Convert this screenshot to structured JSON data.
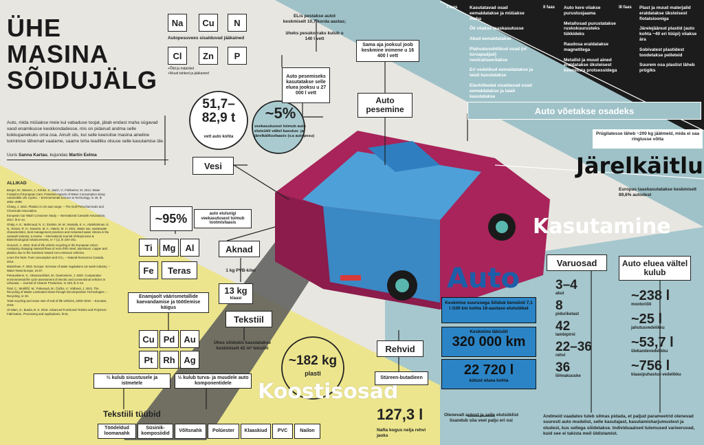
{
  "title": {
    "line1": "ÜHE",
    "line2": "MASINA",
    "line3": "SÕIDUJÄLG"
  },
  "intro": "Auto, mida müüakse meie kui vabaduse toojat, jätab endast maha sügavad vaod enamikusse keskkondadesse, mis on pidanud andma selle kokkupanekuks oma osa. Ainult siis, kui selle keerulise masina aineline toimimise lähemalt vaatame, saame teha teadliku otsuse selle kasutamise üle.",
  "byline": {
    "prefix": "Uuris ",
    "author": "Sanna Kartau",
    "mid": ", kujundas ",
    "designer": "Martin Eelma"
  },
  "sources": {
    "heading": "ALLIKAD",
    "items": [
      "Berger, M.; Warsen, J.; Krinke, S.; Bach, V.; Finkbeiner, M. 2012. Water Footprint of European Cars: Potential Impacts of Water Consumption along Automobile Life Cycles. – Environmental Science & Technology, nr 46, lk 4091–4099.",
      "Chang, J. 2021. Plastics in US auto surge. – The Gulf Petrochemicals and Chemicals Association.",
      "European Car Wash Consumer Study. – International Carwash Association, 2017, lk 5–14.",
      "Ghaly, A. E.; Mahmoud, N. S.; Ibrahim, M. M.; Mostafa, E. A.; Abdelrahman, E. N.; Emam, R. H.; Kassem, M. A.; Hatem, M. H. 2021. Water use, wastewater characteristics, best management practices and reclaimed water criteria in the carwash industry: a review. – International Journal of Bioprocess & Biotechnological Advancements, nr 7 (1), lk 240–261.",
      "Gurusch, A. 2022. End-of-life vehicle recycling in the European Union: Analysing changing material flows of end-of-life steel, aluminium, copper and plastics due to the transition toward zero-emission vehicles.",
      "Learn the facts: Fuel consumption and CO₂. – Natural Resources Canada, 2014.",
      "MacErlean, F. 2022. Europe: Increase of water regulations car wash industry. – Water News Europe, 22.07.",
      "Petrauskienė, K.; Skvarnavičiūtė, M.; Dvarionienė, J. 2020. Comparative environmental life cycle assessment of electric and conventional vehicles in Lithuania. – Journal of Cleaner Production, nr 246, lk 3–12.",
      "Šrail, C.; Motiščič, M.; Pokusová, M.; Čačko, V.; Vrábová, J. 2021. The Recycling of Waste Laminated Glass through Decomposition Technologies. – Recycling, nr 26.",
      "Total recycling and reuse rate of end-of-life vehicles, 2008–2019. – Eurostat, 2019.",
      "Ul-Islam, S.; Butola, B. S. 2019. Advanced Functional Textiles and Polymers: Fabrication, Processing and Applications, lk 81."
    ]
  },
  "sections": {
    "vesi": "Vesi",
    "auto_pesemine": "Auto pesemine",
    "akned": "Aknad",
    "tekstiil": "Tekstiil",
    "tekstiili_tuubid": "Tekstiili tüübid",
    "rehvid": "Rehvid",
    "koostisosad": "Koostisosad",
    "auto": "Auto",
    "kasutamine": "Kasutamine",
    "jarelkaitlus": "Järelkäitlus",
    "osadeks": "Auto võetakse osadeks",
    "varuosad": "Varuosad",
    "elu_kulub": "Auto elu­ea vältel kulub"
  },
  "water": {
    "e_pesu": "ELis pestakse autot keskmiselt 10,7 korda aastas;",
    "uhekord": "üheks pesukorraks kulub u 140 l vett",
    "sama_aja": "Sama aja jooksul joob keskmine inimene u 16 400 l vett",
    "pesemiseks": "Auto pesemiseks kasutatakse selle elu­ea jooksu u 27 000 l vett",
    "range": "51,7–82,9 t",
    "range_caption": "vett auto kohta",
    "pct": "~5%",
    "pct_caption": "veekasutusest toimub auto elutsükli vältel kasutus- ja järelkäitlusfaasis (v.a autopesu)",
    "pct95": "~95%",
    "pct95_caption": "auto elulsnigi veekasutusest toimub tootmisfaasis"
  },
  "wash_elements": {
    "caption": "Autopesuvees sisalduvad jääkained",
    "row1": [
      "Na",
      "Cu",
      "N"
    ],
    "row2": [
      "Cl",
      "Zn",
      "P"
    ],
    "notes": [
      "+Õlid ja määrded",
      "+Muud tahked ja jääkained"
    ]
  },
  "metals_top": [
    "Ti",
    "Mg",
    "Al"
  ],
  "metals_fe": [
    "Fe",
    "Teras"
  ],
  "metals_note": "Enamjaolt väärismetallide kaevandamise ja töötlemise käigus",
  "metals_bottom": [
    "Cu",
    "Pd",
    "Au",
    "Pt",
    "Rh",
    "Ag"
  ],
  "windows": {
    "pvb": "1 kg PVB-kilet",
    "klaas_value": "13 kg",
    "klaas_unit": "klaasi"
  },
  "textile": {
    "area": "Ühes sõidukis kasutatakse keskmiselt 42 m² tekstiili",
    "seats": "⅔ kulub sisustusele ja istmetele",
    "other": "⅓ kulub turva- ja muudele auto komponentidele",
    "types": [
      "Töödeldud loomanahk",
      "Süsinik­komposiidid",
      "Võltsnahk",
      "Polüester",
      "Klaaskiud",
      "PVC",
      "Nailon"
    ]
  },
  "plastic": {
    "value": "~182 kg",
    "unit": "plasti"
  },
  "tires": {
    "material": "Stüreen-butadieen",
    "value": "127,3 l",
    "caption": "Nafta kogus nelja rehvi jaoks"
  },
  "usage": {
    "consumption": "Keskmise suurusega Sõiduk bensiinil 7,1 l /100 km kohta 18-aastase elutsükkel",
    "km_caption": "Keskmine läbisõit",
    "km": "320 000 km",
    "fuel": "22 720 l",
    "fuel_caption": "kütust elu­ea kohta",
    "bottom_note": "Olenevalt autost ja selle elutsüklist lisandub siia veel palju eri osi"
  },
  "spare": [
    {
      "v": "3–4",
      "c": "akut"
    },
    {
      "v": "8",
      "c": "piduriketast"
    },
    {
      "v": "42",
      "c": "lambipirni"
    },
    {
      "v": "22–36",
      "c": "rehvi"
    },
    {
      "v": "36",
      "c": "lõhnakuuske"
    }
  ],
  "lifetime": [
    {
      "v": "~238 l",
      "c": "mootoriõli"
    },
    {
      "v": "~25 l",
      "c": "jahutusvedelikku"
    },
    {
      "v": "~53,7 l",
      "c": "ülekandevedelikku"
    },
    {
      "v": "~756 l",
      "c": "klaasipuhastus-vedelikku"
    }
  ],
  "eol": {
    "rate": "Europas taaskasutatakse keskmiselt 89,6% autodest",
    "glass": "Prügilatesse läheb ~200 kg jäätmeid, mida ei saa ringlusse võtta",
    "phase1": "I faas",
    "phase2": "II faas",
    "phase3": "III faas",
    "col1": [
      "Kasutatavad osad eemaldatakse ja müüakse maha",
      "Õli viiakse taaskasutusse",
      "Akud eemaldatakse",
      "Plahvatusohtlikud osad (nt turvapadjad) neutraliseeritakse",
      "Eri vedelikud eemaldatakse ja laiali kasutatakse",
      "Elavhõbedat sisaldavad osad eemaldatakse ja laiali kasutatakse"
    ],
    "col2": [
      "Auto kere viiakse purustusjaama",
      "Metallosad purustatakse ruskokuurusteks tükkideks",
      "Raudosa eraldatakse magnetitega",
      "Metallid ja muud ained eraldatakse üksteisest keemilista protsessidega"
    ],
    "col3": [
      "Plast ja muud materjalid eraldatakse üksteisest flotatsiooniga",
      "Järelejäänud plastid (auto kohta ~40 eri tüüpi) viiakse ära",
      "Sobivatest plastidest toodetakse pelleteid",
      "Suurem osa plastist läheb prügiks"
    ]
  },
  "footer": "Andmeid vaadates tuleb silmas pidada, et paljud parameetrid olenevad suuresti auto mudelist, selle kasutajast, kasutamis­harjumustest ja oludest, kus sellega sõidetakse. Individuaalsed tulemused varieeruvad, kuid see ei takista meil üldistamist."
}
